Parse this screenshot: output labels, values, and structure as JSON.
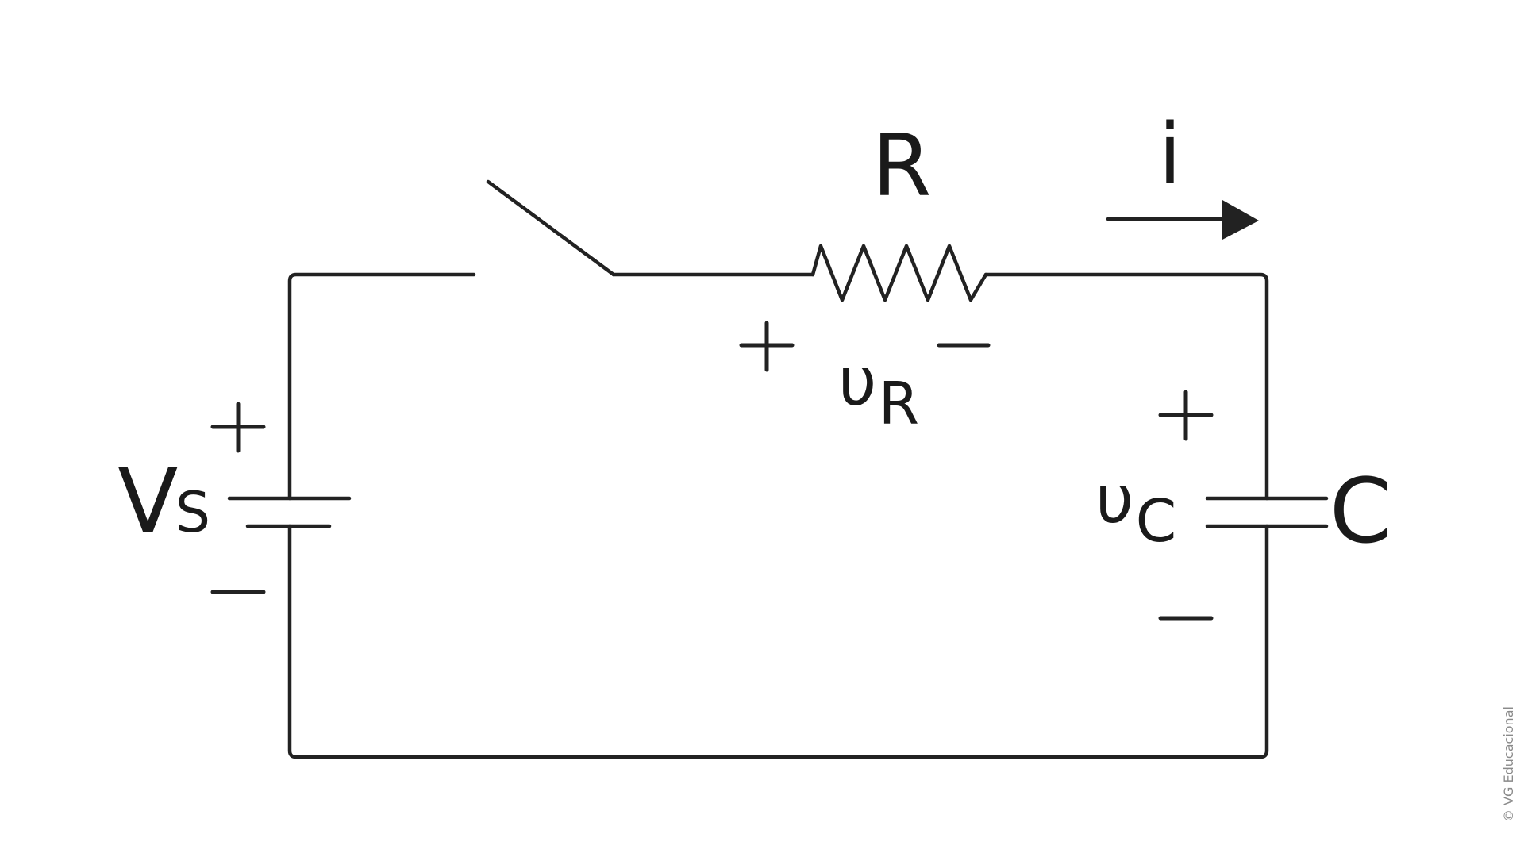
{
  "components": {
    "source": {
      "symbol": "V",
      "subscript": "S",
      "plus": "+",
      "minus": "—"
    },
    "resistor": {
      "label": "R"
    },
    "resistor_voltage": {
      "symbol": "υ",
      "subscript": "R",
      "plus": "+",
      "minus": "—"
    },
    "capacitor": {
      "label": "C"
    },
    "capacitor_voltage": {
      "symbol": "υ",
      "subscript": "C",
      "plus": "+",
      "minus": "—"
    },
    "current": {
      "label": "i"
    }
  },
  "colors": {
    "line": "#222222",
    "text": "#1a1a1a",
    "credit": "#8a8a8a"
  },
  "credit": "© VG Educacional"
}
